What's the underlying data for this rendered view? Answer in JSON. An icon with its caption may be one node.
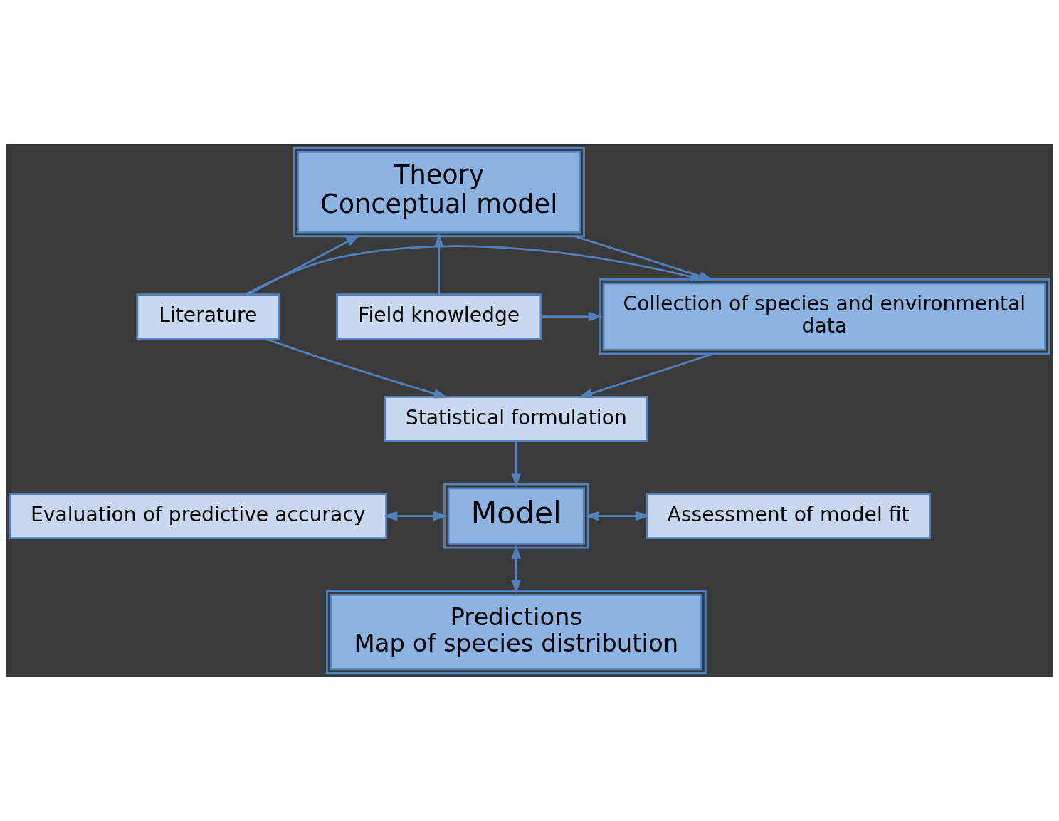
{
  "diagram": {
    "nodes": [
      {
        "text": [
          "Theory",
          "Conceptual model"
        ]
      },
      {
        "text": [
          "Literature"
        ]
      },
      {
        "text": [
          "Collection of species and environmental",
          "data"
        ]
      },
      {
        "text": [
          "Field knowledge"
        ]
      },
      {
        "text": [
          "Statistical formulation"
        ]
      },
      {
        "text": [
          "Evaluation of predictive accuracy"
        ]
      },
      {
        "text": [
          "Model"
        ]
      },
      {
        "text": [
          "Assessment of model fit"
        ]
      },
      {
        "text": [
          "Predictions",
          "Map of species distribution"
        ]
      }
    ],
    "edges": [
      {
        "from": 0,
        "to": 2,
        "arrow": "to"
      },
      {
        "from": 1,
        "to": 0,
        "arrow": "to"
      },
      {
        "from": 1,
        "to": 2,
        "arrow": "to"
      },
      {
        "from": 1,
        "to": 4,
        "arrow": "to"
      },
      {
        "from": 3,
        "to": 0,
        "arrow": "to"
      },
      {
        "from": 3,
        "to": 2,
        "arrow": "to"
      },
      {
        "from": 2,
        "to": 4,
        "arrow": "to"
      },
      {
        "from": 4,
        "to": 6,
        "arrow": "to"
      },
      {
        "from": 5,
        "to": 6,
        "arrow": "both"
      },
      {
        "from": 6,
        "to": 7,
        "arrow": "both"
      },
      {
        "from": 6,
        "to": 8,
        "arrow": "both"
      }
    ]
  }
}
